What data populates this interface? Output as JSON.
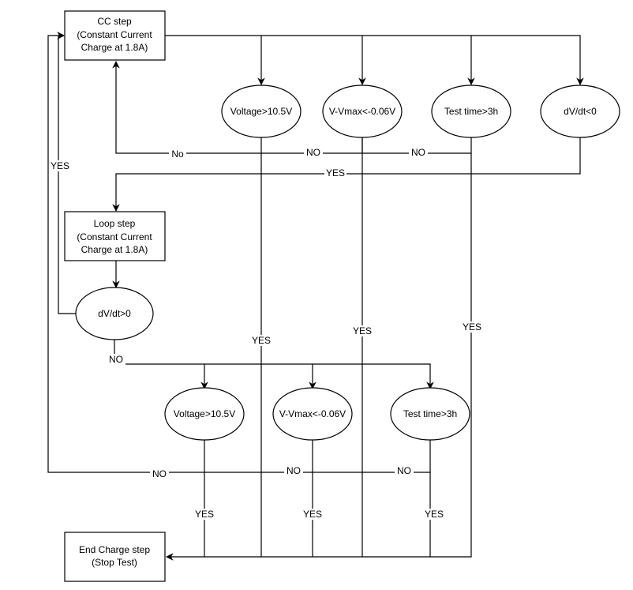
{
  "nodes": {
    "cc_step": [
      "CC step",
      "(Constant Current",
      "Charge at 1.8A)"
    ],
    "cond_voltage_1": "Voltage>10.5V",
    "cond_vmax_1": "V-Vmax<-0.06V",
    "cond_time_1": "Test time>3h",
    "cond_dvdt_neg": "dV/dt<0",
    "loop_step": [
      "Loop step",
      "(Constant Current",
      "Charge at 1.8A)"
    ],
    "cond_dvdt_pos": "dV/dt>0",
    "cond_voltage_2": "Voltage>10.5V",
    "cond_vmax_2": "V-Vmax<-0.06V",
    "cond_time_2": "Test time>3h",
    "end_step": [
      "End Charge step",
      "(Stop Test)"
    ]
  },
  "edge_labels": {
    "no_1": "No",
    "no_2": "NO",
    "no_3": "NO",
    "yes_dvdt_neg": "YES",
    "yes_loop_back": "YES",
    "no_dvdt_pos": "NO",
    "yes_voltage_1": "YES",
    "yes_vmax_1": "YES",
    "yes_time_1": "YES",
    "no_4": "NO",
    "no_5": "NO",
    "no_6": "NO",
    "yes_voltage_2": "YES",
    "yes_vmax_2": "YES",
    "yes_time_2": "YES"
  },
  "colors": {
    "stroke": "#000000",
    "fill": "#ffffff"
  }
}
